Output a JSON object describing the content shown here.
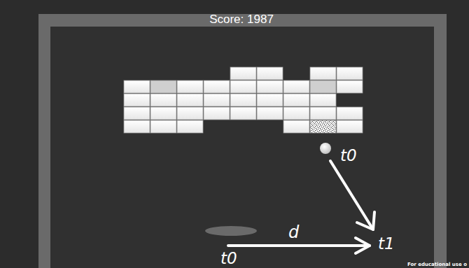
{
  "diagram": {
    "labels": [
      "Score: 1987",
      "t0",
      "t1",
      "d",
      "t0",
      "For educational use o"
    ]
  }
}
